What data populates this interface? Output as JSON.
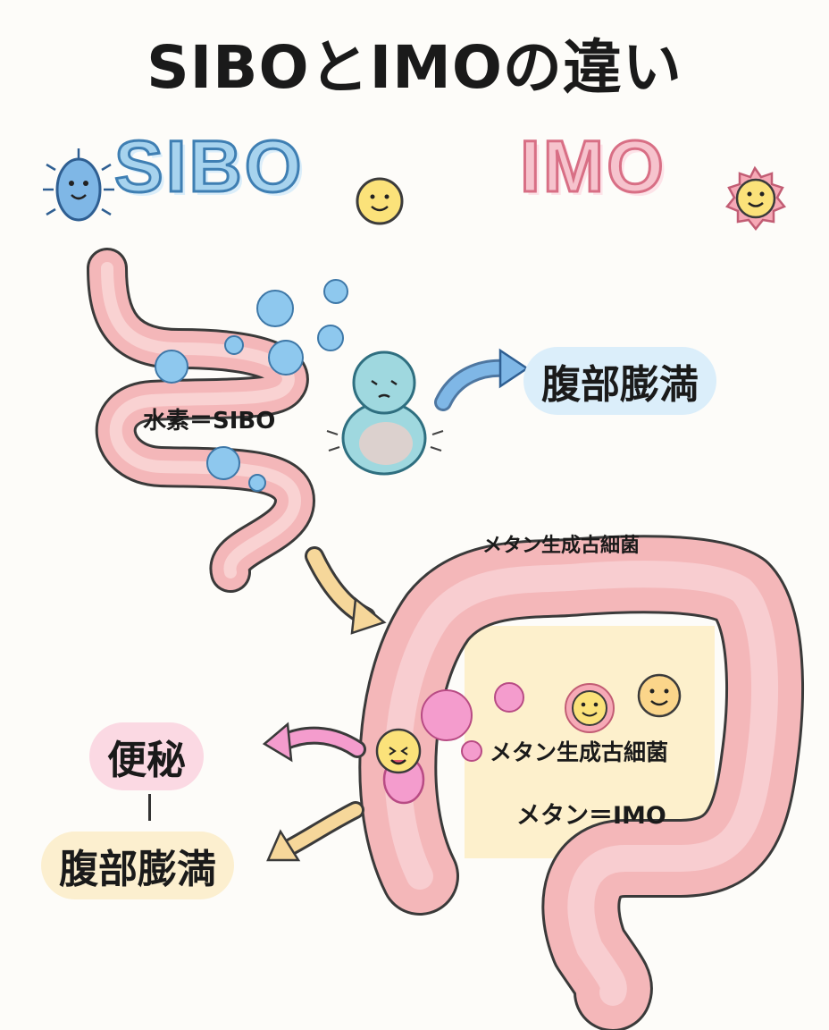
{
  "title": "SIBOとIMOの違い",
  "headers": {
    "sibo": "SIBO",
    "imo": "IMO"
  },
  "labels": {
    "hydrogen_sibo": "水素＝SIBO",
    "archaea_top": "メタン生成古細菌",
    "archaea_inside": "メタン生成古細菌",
    "methane_imo": "メタン＝IMO"
  },
  "symptoms": {
    "sibo_bloating": "腹部膨満",
    "imo_constipation": "便秘",
    "imo_bloating": "腹部膨満"
  },
  "colors": {
    "sibo_blue": "#a7d3ee",
    "imo_pink": "#f6c3cd",
    "intestine": "#f4b7b9",
    "colon_inner": "#fdf0cc"
  },
  "icons": [
    "blue-bacterium-icon",
    "smiley-icon",
    "sun-smiley-icon",
    "bubble-icon",
    "arrow-icon",
    "bloated-character-icon",
    "yellow-microbe-icon"
  ]
}
